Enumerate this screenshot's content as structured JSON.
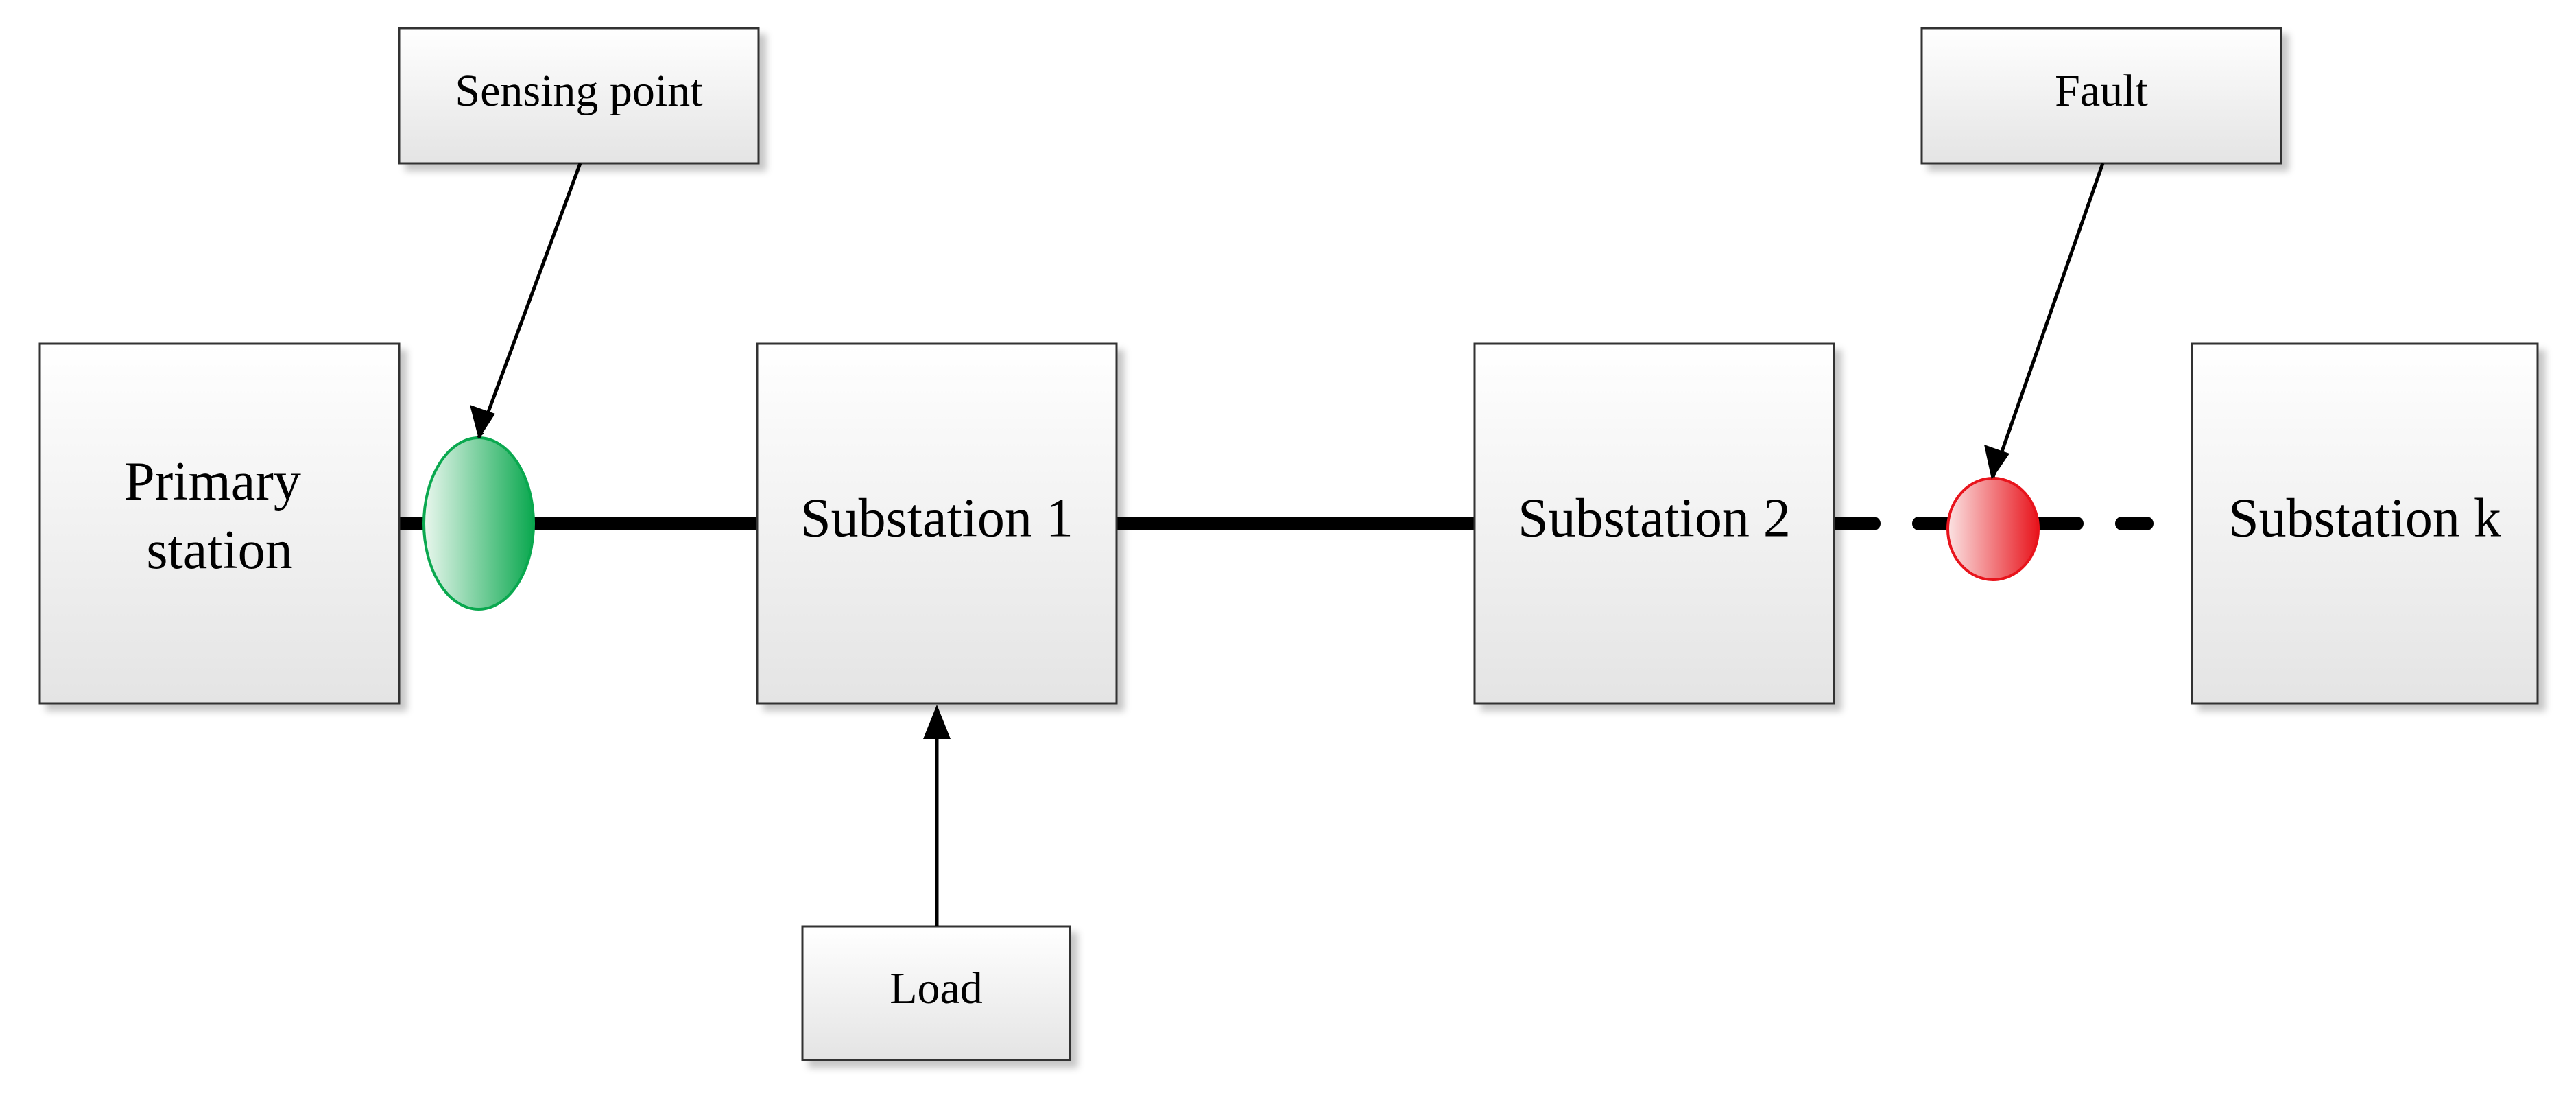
{
  "diagram": {
    "nodes": {
      "primary": {
        "line1": "Primary",
        "line2": "station"
      },
      "sub1": {
        "label": "Substation 1"
      },
      "sub2": {
        "label": "Substation 2"
      },
      "subk": {
        "label": "Substation k"
      }
    },
    "callouts": {
      "sensing": {
        "label": "Sensing point"
      },
      "fault": {
        "label": "Fault"
      },
      "load": {
        "label": "Load"
      }
    },
    "markers": {
      "sensing_point": {
        "color": "#0aa84f"
      },
      "fault_point": {
        "color": "#e8141c"
      }
    },
    "line_styles": {
      "primary_to_sub2": "solid",
      "sub2_to_subk": "dashed"
    }
  }
}
